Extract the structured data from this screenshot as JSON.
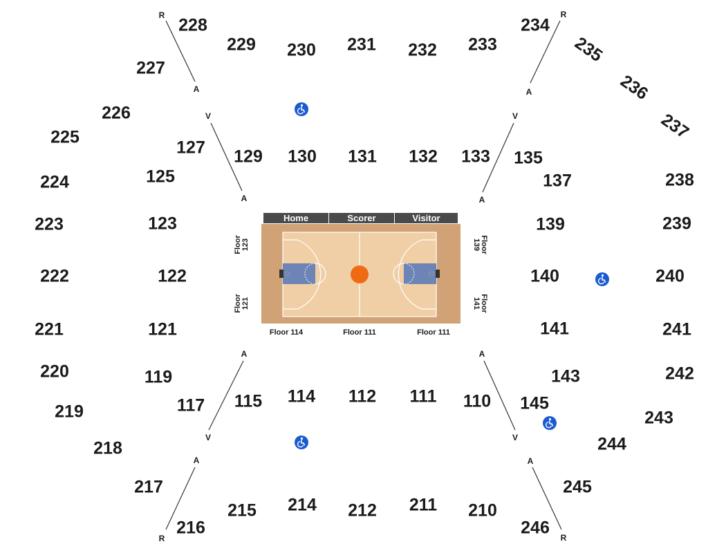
{
  "sections": [
    {
      "label": "228"
    },
    {
      "label": "229"
    },
    {
      "label": "230"
    },
    {
      "label": "231"
    },
    {
      "label": "232"
    },
    {
      "label": "233"
    },
    {
      "label": "234"
    },
    {
      "label": "235"
    },
    {
      "label": "236"
    },
    {
      "label": "237"
    },
    {
      "label": "227"
    },
    {
      "label": "226"
    },
    {
      "label": "225"
    },
    {
      "label": "224"
    },
    {
      "label": "223"
    },
    {
      "label": "222"
    },
    {
      "label": "221"
    },
    {
      "label": "220"
    },
    {
      "label": "219"
    },
    {
      "label": "218"
    },
    {
      "label": "217"
    },
    {
      "label": "216"
    },
    {
      "label": "215"
    },
    {
      "label": "214"
    },
    {
      "label": "212"
    },
    {
      "label": "211"
    },
    {
      "label": "210"
    },
    {
      "label": "246"
    },
    {
      "label": "245"
    },
    {
      "label": "244"
    },
    {
      "label": "243"
    },
    {
      "label": "242"
    },
    {
      "label": "241"
    },
    {
      "label": "240"
    },
    {
      "label": "239"
    },
    {
      "label": "238"
    },
    {
      "label": "127"
    },
    {
      "label": "129"
    },
    {
      "label": "130"
    },
    {
      "label": "131"
    },
    {
      "label": "132"
    },
    {
      "label": "133"
    },
    {
      "label": "135"
    },
    {
      "label": "137"
    },
    {
      "label": "139"
    },
    {
      "label": "140"
    },
    {
      "label": "141"
    },
    {
      "label": "143"
    },
    {
      "label": "145"
    },
    {
      "label": "110"
    },
    {
      "label": "111"
    },
    {
      "label": "112"
    },
    {
      "label": "114"
    },
    {
      "label": "115"
    },
    {
      "label": "117"
    },
    {
      "label": "119"
    },
    {
      "label": "121"
    },
    {
      "label": "122"
    },
    {
      "label": "123"
    },
    {
      "label": "125"
    }
  ],
  "aisle_letters": {
    "r_top_left": "R",
    "a_top_left": "A",
    "v_top_left": "V",
    "a_mid_top_left": "A",
    "r_top_right": "R",
    "a_top_right": "A",
    "v_top_right": "V",
    "a_mid_top_right": "A",
    "a_mid_bottom_left": "A",
    "v_bottom_left": "V",
    "a_bottom_left": "A",
    "r_bottom_left": "R",
    "a_mid_bottom_right": "A",
    "v_bottom_right": "V",
    "a_bottom_right": "A",
    "r_bottom_right": "R"
  },
  "court_header": {
    "home": "Home",
    "scorer": "Scorer",
    "visitor": "Visitor"
  },
  "floor_labels": {
    "floor_123": [
      "Floor",
      "123"
    ],
    "floor_121": [
      "Floor",
      "121"
    ],
    "floor_139": [
      "Floor",
      "139"
    ],
    "floor_141": [
      "Floor",
      "141"
    ],
    "floor_114": "Floor 114",
    "floor_111_center": "Floor 111",
    "floor_111_right": "Floor 111"
  },
  "accessibility_icon": "wheelchair-icon",
  "colors": {
    "court_wood": "#f0cfa6",
    "court_apron": "#d0a276",
    "paint": "#6d85b6",
    "center_ball": "#f06a14",
    "header_bar": "#4a4a4a",
    "ada_blue": "#1a5bd0"
  }
}
